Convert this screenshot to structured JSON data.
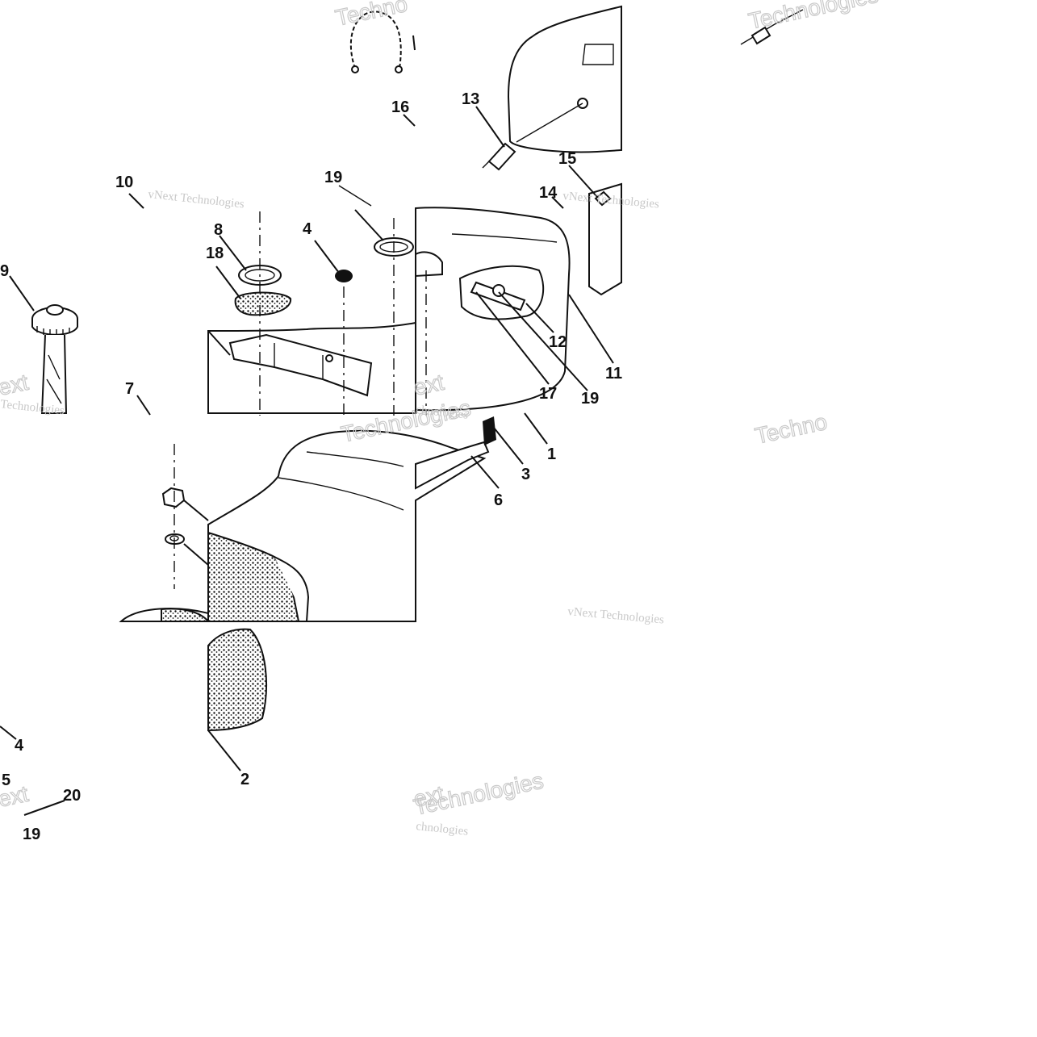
{
  "diagram": {
    "callouts": [
      "1",
      "2",
      "3",
      "4",
      "4",
      "5",
      "6",
      "7",
      "8",
      "9",
      "10",
      "11",
      "12",
      "13",
      "14",
      "15",
      "16",
      "17",
      "18",
      "19",
      "19",
      "19",
      "20"
    ],
    "watermarks": {
      "brand_lines": [
        "vNext Technologies",
        "vNext Technologies",
        "vNext Technologies"
      ],
      "fragments": [
        "Techno",
        "Technologies",
        "Techno",
        "Technologies",
        "ext",
        "Technologies",
        "ext",
        "chnologies",
        "ext",
        "Technologies",
        "ext",
        "chnologies"
      ]
    }
  }
}
